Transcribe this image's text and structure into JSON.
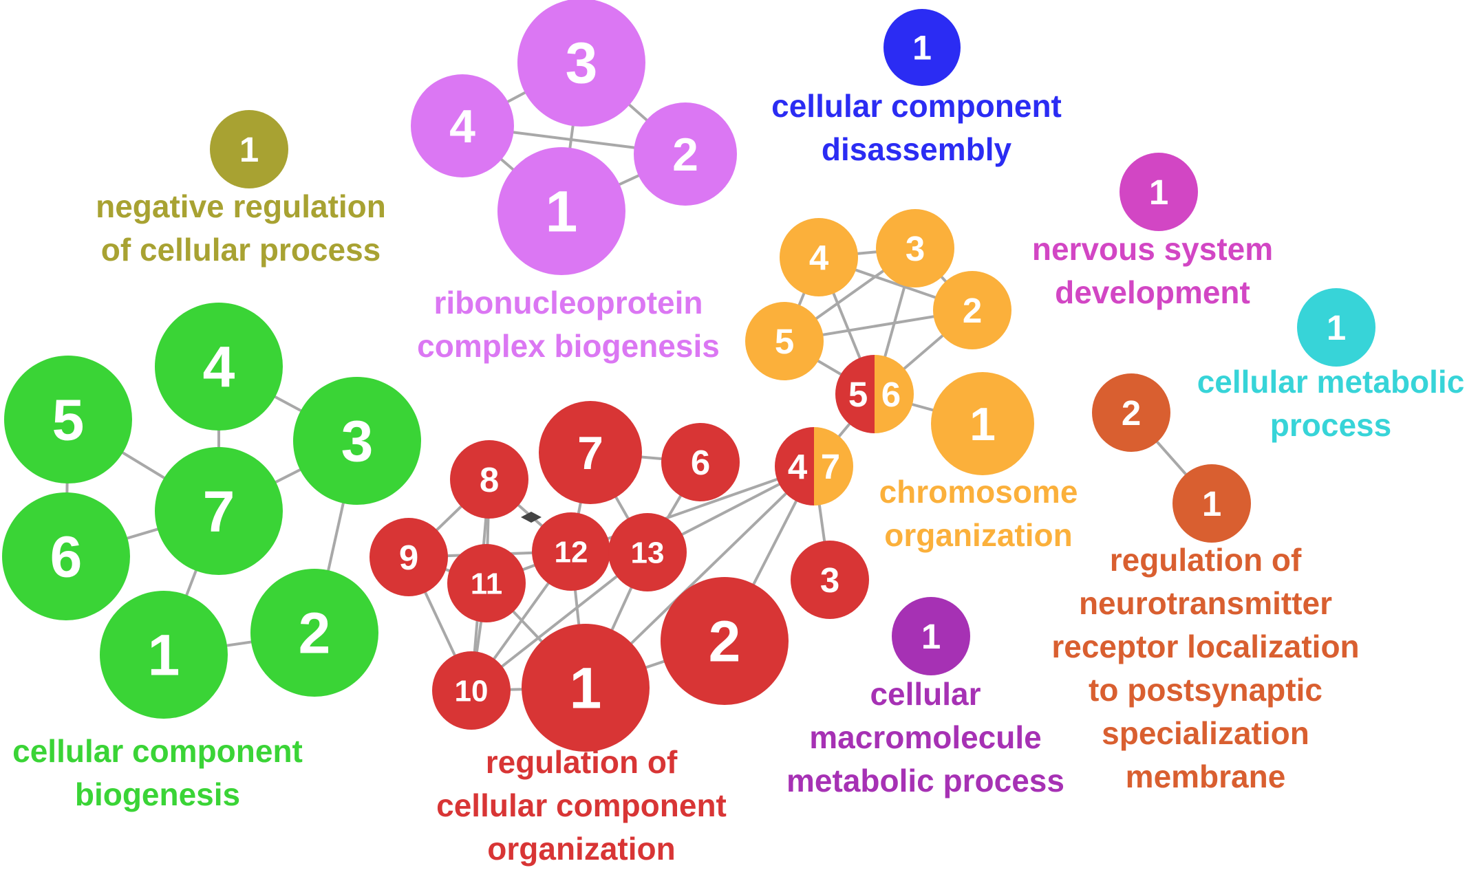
{
  "diagram": {
    "clusters": [
      {
        "id": "green",
        "color": "#3ad436",
        "label": [
          "cellular component",
          "biogenesis"
        ],
        "nodes": [
          {
            "id": "g1",
            "n": "1"
          },
          {
            "id": "g2",
            "n": "2"
          },
          {
            "id": "g3",
            "n": "3"
          },
          {
            "id": "g4",
            "n": "4"
          },
          {
            "id": "g5",
            "n": "5"
          },
          {
            "id": "g6",
            "n": "6"
          },
          {
            "id": "g7",
            "n": "7"
          }
        ]
      },
      {
        "id": "olive",
        "color": "#a8a232",
        "label": [
          "negative regulation",
          "of cellular process"
        ],
        "nodes": [
          {
            "id": "o1",
            "n": "1"
          }
        ]
      },
      {
        "id": "violet",
        "color": "#db77f3",
        "label": [
          "ribonucleoprotein",
          "complex biogenesis"
        ],
        "nodes": [
          {
            "id": "v1",
            "n": "1"
          },
          {
            "id": "v2",
            "n": "2"
          },
          {
            "id": "v3",
            "n": "3"
          },
          {
            "id": "v4",
            "n": "4"
          }
        ]
      },
      {
        "id": "blue",
        "color": "#2b2cf3",
        "label": [
          "cellular component",
          "disassembly"
        ],
        "nodes": [
          {
            "id": "b1",
            "n": "1"
          }
        ]
      },
      {
        "id": "magenta",
        "color": "#d246c4",
        "label": [
          "nervous system",
          "development"
        ],
        "nodes": [
          {
            "id": "m1",
            "n": "1"
          }
        ]
      },
      {
        "id": "cyan",
        "color": "#37d4d8",
        "label": [
          "cellular metabolic",
          "process"
        ],
        "nodes": [
          {
            "id": "c1",
            "n": "1"
          }
        ]
      },
      {
        "id": "orange",
        "color": "#fbb03b",
        "label": [
          "chromosome",
          "organization"
        ],
        "nodes": [
          {
            "id": "y1",
            "n": "1"
          },
          {
            "id": "y2",
            "n": "2"
          },
          {
            "id": "y3",
            "n": "3"
          },
          {
            "id": "y4",
            "n": "4"
          },
          {
            "id": "y5",
            "n": "5"
          }
        ]
      },
      {
        "id": "red",
        "color": "#d83535",
        "label": [
          "regulation of",
          "cellular component",
          "organization"
        ],
        "nodes": [
          {
            "id": "r1",
            "n": "1"
          },
          {
            "id": "r2",
            "n": "2"
          },
          {
            "id": "r3",
            "n": "3"
          },
          {
            "id": "r6",
            "n": "6"
          },
          {
            "id": "r7",
            "n": "7"
          },
          {
            "id": "r8",
            "n": "8"
          },
          {
            "id": "r9",
            "n": "9"
          },
          {
            "id": "r10",
            "n": "10"
          },
          {
            "id": "r11",
            "n": "11"
          },
          {
            "id": "r12",
            "n": "12"
          },
          {
            "id": "r13",
            "n": "13"
          }
        ]
      },
      {
        "id": "purple",
        "color": "#a631b4",
        "label": [
          "cellular",
          "macromolecule",
          "metabolic process"
        ],
        "nodes": [
          {
            "id": "p1",
            "n": "1"
          }
        ]
      },
      {
        "id": "rust",
        "color": "#d95f30",
        "label": [
          "regulation of",
          "neurotransmitter",
          "receptor localization",
          "to postsynaptic",
          "specialization",
          "membrane"
        ],
        "nodes": [
          {
            "id": "t1",
            "n": "1"
          },
          {
            "id": "t2",
            "n": "2"
          }
        ]
      }
    ],
    "shared_nodes": [
      {
        "id": "s56",
        "parts": [
          {
            "n": "5",
            "cluster": "red"
          },
          {
            "n": "6",
            "cluster": "orange"
          }
        ]
      },
      {
        "id": "s47",
        "parts": [
          {
            "n": "4",
            "cluster": "red"
          },
          {
            "n": "7",
            "cluster": "orange"
          }
        ]
      }
    ],
    "edges": [
      [
        "g7",
        "g1"
      ],
      [
        "g7",
        "g3"
      ],
      [
        "g7",
        "g4"
      ],
      [
        "g7",
        "g5"
      ],
      [
        "g7",
        "g6"
      ],
      [
        "g5",
        "g6"
      ],
      [
        "g4",
        "g3"
      ],
      [
        "g1",
        "g2"
      ],
      [
        "g3",
        "g2"
      ],
      [
        "v1",
        "v2"
      ],
      [
        "v1",
        "v3"
      ],
      [
        "v1",
        "v4"
      ],
      [
        "v2",
        "v3"
      ],
      [
        "v2",
        "v4"
      ],
      [
        "v3",
        "v4"
      ],
      [
        "t1",
        "t2"
      ],
      [
        "y4",
        "y3"
      ],
      [
        "y4",
        "y2"
      ],
      [
        "y4",
        "y5"
      ],
      [
        "y4",
        "s56"
      ],
      [
        "y3",
        "y2"
      ],
      [
        "y3",
        "y5"
      ],
      [
        "y3",
        "s56"
      ],
      [
        "y2",
        "y5"
      ],
      [
        "y2",
        "s56"
      ],
      [
        "y5",
        "s56"
      ],
      [
        "s56",
        "y1"
      ],
      [
        "s56",
        "s47"
      ],
      [
        "r7",
        "r6"
      ],
      [
        "r7",
        "r12"
      ],
      [
        "r7",
        "r13"
      ],
      [
        "r6",
        "r13"
      ],
      [
        "r8",
        "r9"
      ],
      [
        "r8",
        "r11"
      ],
      [
        "r8",
        "r12"
      ],
      [
        "r8",
        "r10"
      ],
      [
        "r9",
        "r11"
      ],
      [
        "r9",
        "r12"
      ],
      [
        "r9",
        "r10"
      ],
      [
        "r11",
        "r12"
      ],
      [
        "r11",
        "r10"
      ],
      [
        "r11",
        "r1"
      ],
      [
        "r12",
        "r13"
      ],
      [
        "r12",
        "r10"
      ],
      [
        "r12",
        "r1"
      ],
      [
        "r13",
        "r1"
      ],
      [
        "r13",
        "r10"
      ],
      [
        "r13",
        "s47"
      ],
      [
        "r10",
        "r1"
      ],
      [
        "r1",
        "r2"
      ],
      [
        "s47",
        "r3"
      ],
      [
        "s47",
        "r2"
      ],
      [
        "s47",
        "r1"
      ],
      [
        "s47",
        "r12"
      ]
    ]
  }
}
